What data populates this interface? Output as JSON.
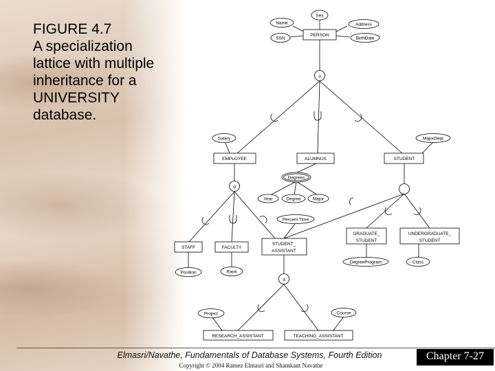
{
  "figure": {
    "number": "FIGURE 4.7",
    "caption": "A specialization\nlattice with multiple\ninheritance for a\nUNIVERSITY\ndatabase."
  },
  "diagram": {
    "entities": {
      "person": "PERSON",
      "employee": "EMPLOYEE",
      "alumnus": "ALUMNUS",
      "student": "STUDENT",
      "staff": "STAFF",
      "faculty": "FACULTY",
      "student_assistant_line1": "STUDENT_",
      "student_assistant_line2": "ASSISTANT",
      "graduate_student_line1": "GRADUATE_",
      "graduate_student_line2": "STUDENT",
      "undergraduate_student_line1": "UNDERGRADUATE_",
      "undergraduate_student_line2": "STUDENT",
      "research_assistant": "RESEARCH_ASSISTANT",
      "teaching_assistant": "TEACHING_ASSISTANT"
    },
    "attributes": {
      "name": "Name",
      "sex": "Sex",
      "address": "Address",
      "ssn": "SSN",
      "birth_date": "BirthDate",
      "salary": "Salary",
      "major_dept": "MajorDept",
      "degrees": "Degrees",
      "year": "Year",
      "degree": "Degree",
      "major": "Major",
      "percent_time": "Percent Time",
      "degree_program": "DegreeProgram",
      "class": "Class",
      "position": "Position",
      "rank": "Rank",
      "project": "Project",
      "course": "Course"
    },
    "constraints": {
      "person_overlap": "o",
      "employee_disjoint": "d",
      "student_assistant_disjoint": "d"
    }
  },
  "footer": {
    "book": "Elmasri/Navathe, Fundamentals of Database Systems, Fourth Edition",
    "copyright": "Copyright © 2004 Ramez Elmasri and Shamkant Navathe",
    "chapter": "Chapter 7-27"
  }
}
